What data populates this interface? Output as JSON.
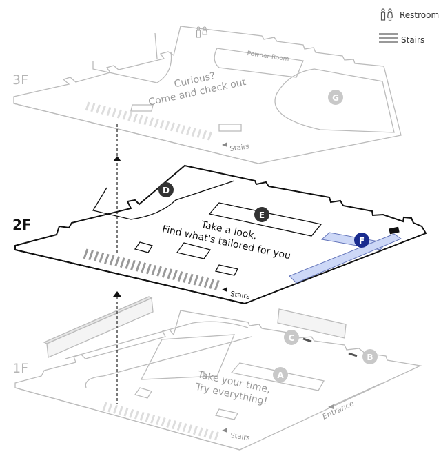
{
  "legend": {
    "restroom_label": "Restroom",
    "restroom_icon": "restroom-icon",
    "stairs_label": "Stairs",
    "stairs_icon": "stairs-icon"
  },
  "floors": {
    "f3": {
      "label": "3F",
      "tagline_1": "Curious?",
      "tagline_2": "Come and check out",
      "room": "Powder Room",
      "stairs": "Stairs",
      "marker": "G"
    },
    "f2": {
      "label": "2F",
      "tagline_1": "Take a look,",
      "tagline_2": "Find what's tailored for you",
      "stairs": "Stairs",
      "markers": [
        "D",
        "E",
        "F"
      ]
    },
    "f1": {
      "label": "1F",
      "tagline_1": "Take your time,",
      "tagline_2": "Try everything!",
      "stairs": "Stairs",
      "entrance": "Entrance",
      "markers": [
        "A",
        "B",
        "C"
      ]
    }
  },
  "colors": {
    "inactive_line": "#bbbbbb",
    "active_line": "#111111",
    "highlight_fill": "#cdd8f7",
    "highlight_stroke": "#6677bb",
    "marker_active_f": "#1a2c8f",
    "marker_dark": "#333333",
    "marker_light": "#c8c8c8"
  }
}
